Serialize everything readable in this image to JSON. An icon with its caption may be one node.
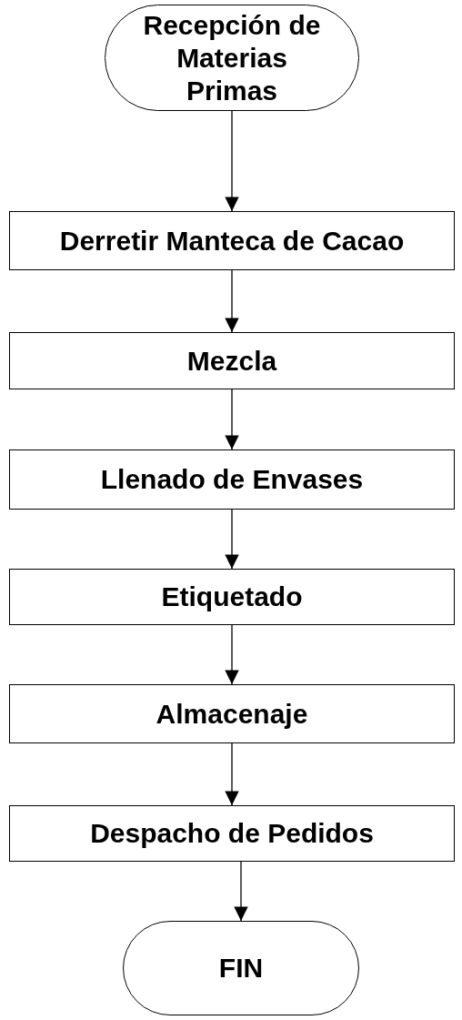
{
  "diagram": {
    "nodes": [
      {
        "text": [
          "Recepción de Materias Primas"
        ]
      },
      {
        "text": [
          "Derretir Manteca de Cacao"
        ]
      },
      {
        "text": [
          "Mezcla"
        ]
      },
      {
        "text": [
          "Llenado de Envases"
        ]
      },
      {
        "text": [
          "Etiquetado"
        ]
      },
      {
        "text": [
          "Almacenaje"
        ]
      },
      {
        "text": [
          "Despacho de Pedidos"
        ]
      },
      {
        "text": [
          "FIN"
        ]
      }
    ],
    "edges": [
      {
        "from": 0,
        "to": 1,
        "arrow": "to"
      },
      {
        "from": 1,
        "to": 2,
        "arrow": "to"
      },
      {
        "from": 2,
        "to": 3,
        "arrow": "to"
      },
      {
        "from": 3,
        "to": 4,
        "arrow": "to"
      },
      {
        "from": 4,
        "to": 5,
        "arrow": "to"
      },
      {
        "from": 5,
        "to": 6,
        "arrow": "to"
      },
      {
        "from": 6,
        "to": 7,
        "arrow": "to"
      }
    ]
  }
}
